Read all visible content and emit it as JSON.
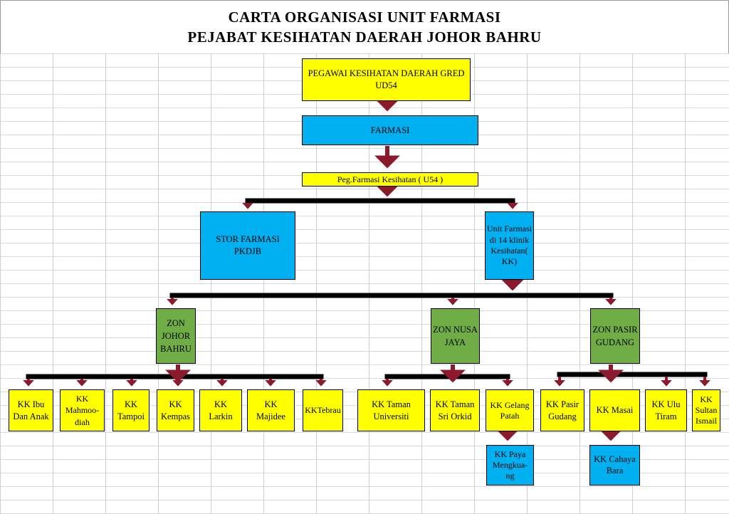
{
  "title": {
    "line1": "CARTA ORGANISASI UNIT FARMASI",
    "line2": "PEJABAT KESIHATAN DAERAH JOHOR BAHRU"
  },
  "colors": {
    "yellow": "#ffff00",
    "blue": "#00b0f0",
    "green": "#70ad47",
    "arrow": "#8b1a2c",
    "connector": "#000000"
  },
  "nodes": {
    "pegawai": "PEGAWAI KESIHATAN DAERAH GRED UD54",
    "farmasi": "FARMASI",
    "peg_farmasi": "Peg.Farmasi Kesihatan ( U54 )",
    "stor": "STOR FARMASI PKDJB",
    "unit_farmasi": "Unit Farmasi di 14 klinik Kesihatan( KK)",
    "zon_jb": "ZON JOHOR BAHRU",
    "zon_nj": "ZON NUSA JAYA",
    "zon_pg": "ZON PASIR GUDANG",
    "kk_ibu": "KK Ibu Dan Anak",
    "kk_mahmoodiah": "KK Mahmoo-diah",
    "kk_tampoi": "KK Tampoi",
    "kk_kempas": "KK Kempas",
    "kk_larkin": "KK Larkin",
    "kk_majidee": "KK Majidee",
    "kk_tebrau": "KKTebrau",
    "kk_taman_univ": "KK Taman Universiti",
    "kk_sri_orkid": "KK Taman Sri Orkid",
    "kk_gelang_patah": "KK Gelang Patah",
    "kk_paya": "KK Paya Mengkua-ng",
    "kk_pasir_gudang": "KK Pasir Gudang",
    "kk_masai": "KK Masai",
    "kk_ulu_tiram": "KK Ulu Tiram",
    "kk_sultan_ismail": "KK Sultan Ismail",
    "kk_cahaya_bara": "KK Cahaya Bara"
  }
}
